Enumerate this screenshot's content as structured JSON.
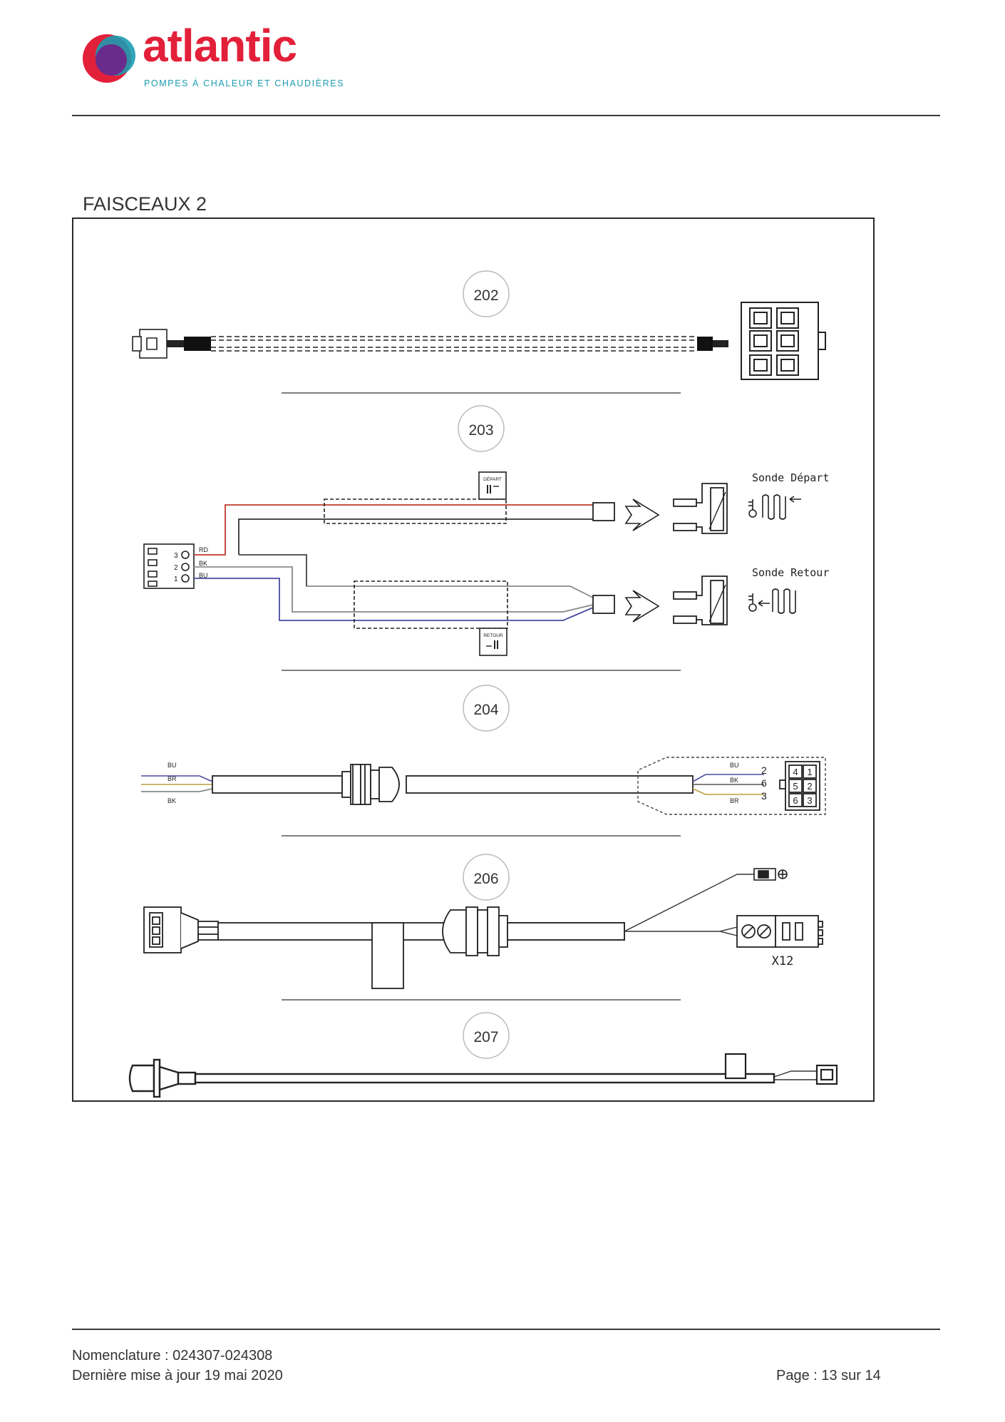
{
  "header": {
    "logo_word": "atlantic",
    "logo_tagline": "POMPES À CHALEUR ET CHAUDIÈRES",
    "brand_colors": {
      "red": "#e3203a",
      "blue": "#1c9bb0",
      "purple": "#6a2c8c"
    }
  },
  "section_title": "FAISCEAUX 2",
  "harnesses": [
    {
      "id": "202",
      "number": "202"
    },
    {
      "id": "203",
      "number": "203",
      "wire_labels": [
        "RD",
        "BK",
        "BU"
      ],
      "pin_labels": [
        "3",
        "2",
        "1"
      ],
      "tag_depart": "DÉPART",
      "tag_retour": "RETOUR",
      "sensor_depart": "Sonde Départ",
      "sensor_retour": "Sonde Retour"
    },
    {
      "id": "204",
      "number": "204",
      "left_wire_labels": [
        "BU",
        "BR",
        "BK"
      ],
      "right_wire_labels": [
        "BU",
        "BK",
        "BR"
      ],
      "pin_numbers": [
        "2",
        "6",
        "3"
      ],
      "connector_pins": [
        "4",
        "1",
        "5",
        "2",
        "6",
        "3"
      ]
    },
    {
      "id": "206",
      "number": "206",
      "connector_label": "X12"
    },
    {
      "id": "207",
      "number": "207"
    }
  ],
  "footer": {
    "nomenclature": "Nomenclature : 024307-024308",
    "updated": "Dernière mise à jour 19 mai 2020",
    "page": "Page : 13 sur 14"
  }
}
